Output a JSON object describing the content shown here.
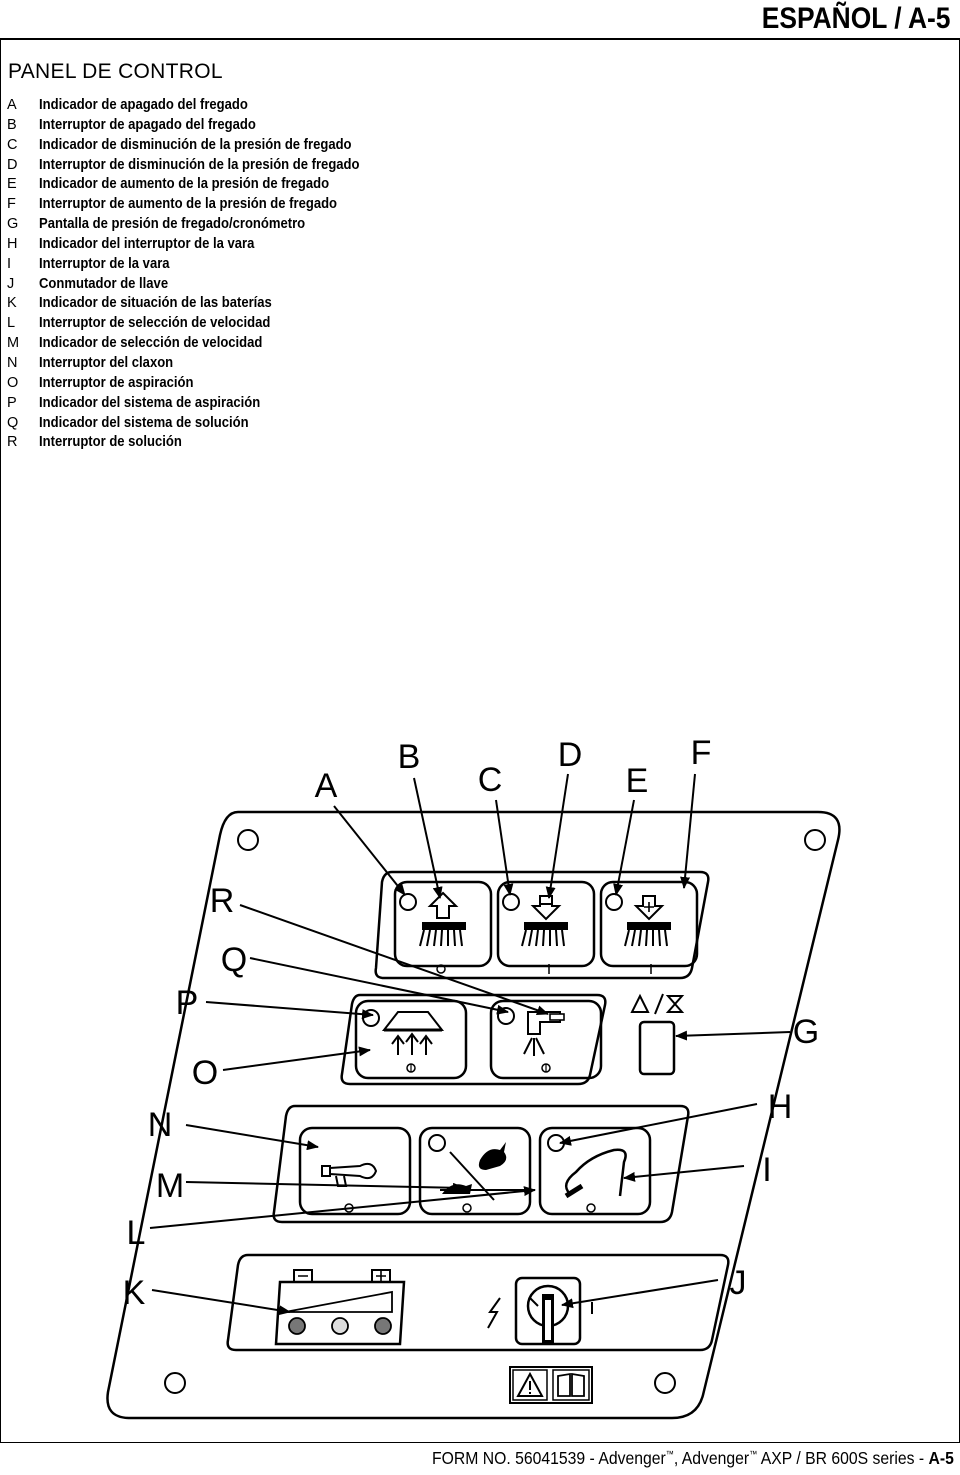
{
  "header": {
    "title": "ESPAÑOL / A-5"
  },
  "section": {
    "title": "PANEL DE CONTROL"
  },
  "legend": [
    {
      "letter": "A",
      "text": "Indicador de apagado del fregado"
    },
    {
      "letter": "B",
      "text": "Interruptor de apagado del fregado"
    },
    {
      "letter": "C",
      "text": "Indicador de disminución de la presión de fregado"
    },
    {
      "letter": "D",
      "text": "Interruptor de disminución de la presión de fregado"
    },
    {
      "letter": "E",
      "text": "Indicador de aumento de la presión de fregado"
    },
    {
      "letter": "F",
      "text": "Interruptor de aumento de la presión de fregado"
    },
    {
      "letter": "G",
      "text": "Pantalla de presión de fregado/cronómetro"
    },
    {
      "letter": "H",
      "text": "Indicador del interruptor de la vara"
    },
    {
      "letter": "I",
      "text": "Interruptor de la vara"
    },
    {
      "letter": "J",
      "text": "Conmutador de llave"
    },
    {
      "letter": "K",
      "text": "Indicador de situación de las baterías"
    },
    {
      "letter": "L",
      "text": "Interruptor de selección de velocidad"
    },
    {
      "letter": "M",
      "text": "Indicador de selección de velocidad"
    },
    {
      "letter": "N",
      "text": "Interruptor del claxon"
    },
    {
      "letter": "O",
      "text": "Interruptor de aspiración"
    },
    {
      "letter": "P",
      "text": "Indicador del sistema de aspiración"
    },
    {
      "letter": "Q",
      "text": "Indicador del sistema de solución"
    },
    {
      "letter": "R",
      "text": "Interruptor de solución"
    }
  ],
  "diagram": {
    "callouts": [
      "A",
      "B",
      "C",
      "D",
      "E",
      "F",
      "G",
      "H",
      "I",
      "J",
      "K",
      "L",
      "M",
      "N",
      "O",
      "P",
      "Q",
      "R"
    ]
  },
  "footer": {
    "form_prefix": "FORM NO. 56041539 - Advenger",
    "tm1": "™",
    "mid": ", Advenger",
    "tm2": "™",
    "suffix": " AXP / BR 600S series - ",
    "page": "A-5"
  }
}
